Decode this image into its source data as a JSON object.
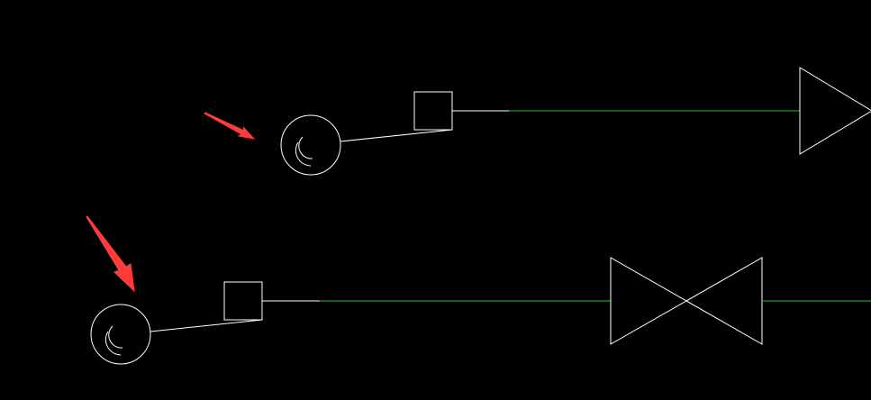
{
  "canvas": {
    "background": "#000000"
  },
  "colors": {
    "stroke": "#ffffff",
    "pipe": "#22c02a",
    "arrow": "#ff3b3b"
  },
  "symbols": [
    {
      "name": "gauge-circle-icon-1",
      "icon": "gauge-circle-icon"
    },
    {
      "name": "gauge-circle-icon-2",
      "icon": "gauge-circle-icon"
    },
    {
      "name": "square-fitting-icon-1",
      "icon": "square-icon"
    },
    {
      "name": "square-fitting-icon-2",
      "icon": "square-icon"
    },
    {
      "name": "triangle-end-icon",
      "icon": "triangle-icon"
    },
    {
      "name": "gate-valve-icon",
      "icon": "bowtie-valve-icon"
    }
  ],
  "annotations": [
    {
      "name": "annotation-arrow-1",
      "icon": "red-arrow-icon"
    },
    {
      "name": "annotation-arrow-2",
      "icon": "red-arrow-icon"
    }
  ]
}
